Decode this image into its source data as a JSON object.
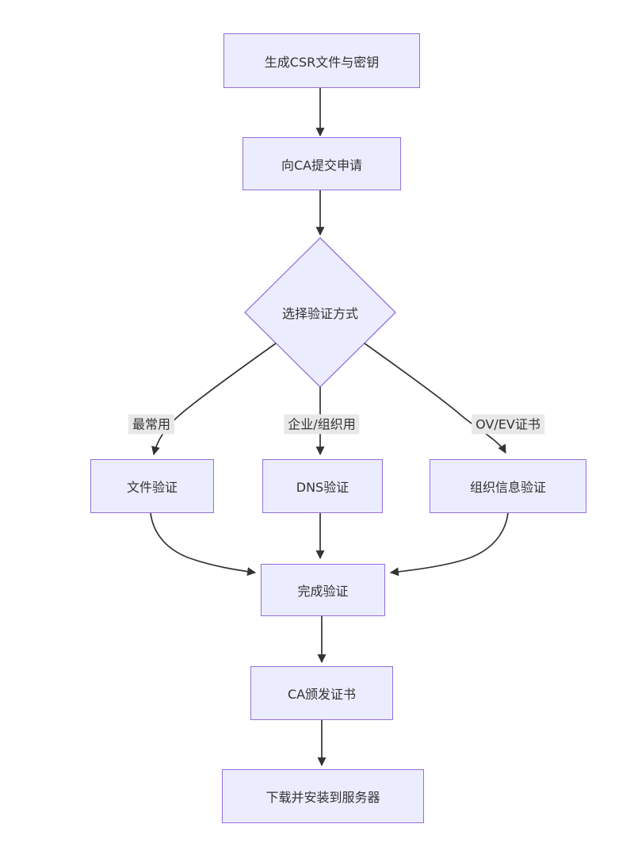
{
  "diagram": {
    "type": "flowchart",
    "direction": "top-down",
    "topic": "SSL certificate application and issuance flow",
    "colors": {
      "node_fill": "#ECECFF",
      "node_border": "#9370DB",
      "edge_color": "#333333",
      "edge_label_bg": "#e8e8e8",
      "text_color": "#333333",
      "background": "#ffffff"
    },
    "nodes": [
      {
        "id": "A",
        "shape": "rect",
        "label": "生成CSR文件与密钥"
      },
      {
        "id": "B",
        "shape": "rect",
        "label": "向CA提交申请"
      },
      {
        "id": "C",
        "shape": "diamond",
        "label": "选择验证方式"
      },
      {
        "id": "D",
        "shape": "rect",
        "label": "文件验证"
      },
      {
        "id": "E",
        "shape": "rect",
        "label": "DNS验证"
      },
      {
        "id": "F",
        "shape": "rect",
        "label": "组织信息验证"
      },
      {
        "id": "G",
        "shape": "rect",
        "label": "完成验证"
      },
      {
        "id": "H",
        "shape": "rect",
        "label": "CA颁发证书"
      },
      {
        "id": "I",
        "shape": "rect",
        "label": "下载并安装到服务器"
      }
    ],
    "edges": [
      {
        "from": "A",
        "to": "B",
        "label": ""
      },
      {
        "from": "B",
        "to": "C",
        "label": ""
      },
      {
        "from": "C",
        "to": "D",
        "label": "最常用"
      },
      {
        "from": "C",
        "to": "E",
        "label": "企业/组织用"
      },
      {
        "from": "C",
        "to": "F",
        "label": "OV/EV证书"
      },
      {
        "from": "D",
        "to": "G",
        "label": ""
      },
      {
        "from": "E",
        "to": "G",
        "label": ""
      },
      {
        "from": "F",
        "to": "G",
        "label": ""
      },
      {
        "from": "G",
        "to": "H",
        "label": ""
      },
      {
        "from": "H",
        "to": "I",
        "label": ""
      }
    ]
  }
}
